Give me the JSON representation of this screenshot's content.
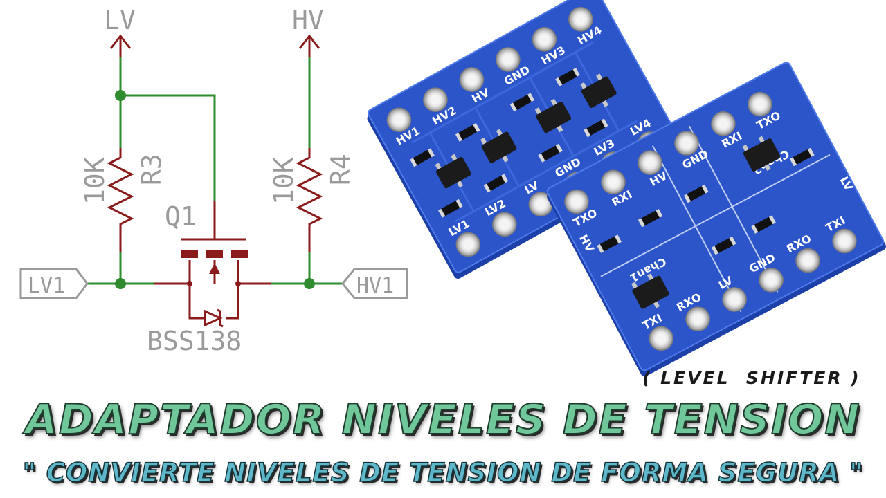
{
  "schematic": {
    "lv_top": "LV",
    "hv_top": "HV",
    "r3_value": "10K",
    "r3_name": "R3",
    "r4_value": "10K",
    "r4_name": "R4",
    "q1_name": "Q1",
    "q1_part": "BSS138",
    "port_lv1": "LV1",
    "port_hv1": "HV1"
  },
  "colors": {
    "wire_green": "#2e8b2e",
    "wire_red": "#8b1a1a",
    "label_gray": "#9a9a9a",
    "pcb_blue": "#2b55c9",
    "title_green": "#6fc79a",
    "subtitle_cyan": "#5fb8c9"
  },
  "board1": {
    "top_pins": [
      "HV1",
      "HV2",
      "HV",
      "GND",
      "HV3",
      "HV4"
    ],
    "bottom_pins": [
      "LV1",
      "LV2",
      "LV",
      "GND",
      "LV3",
      "LV4"
    ]
  },
  "board2": {
    "left_pins": [
      "TXO",
      "RXI",
      "HV",
      "GND",
      "RXI",
      "TXO"
    ],
    "right_pins": [
      "TXI",
      "RXO",
      "LV",
      "GND",
      "RXO",
      "TXI"
    ],
    "chan1": "Chan1",
    "chan2": "Chan2",
    "side_hv": "HV",
    "side_lv": "LV"
  },
  "titles": {
    "tag": "( LEVEL  SHIFTER )",
    "main": "ADAPTADOR NIVELES DE TENSION",
    "sub": "\" CONVIERTE NIVELES DE TENSION DE FORMA SEGURA \""
  }
}
